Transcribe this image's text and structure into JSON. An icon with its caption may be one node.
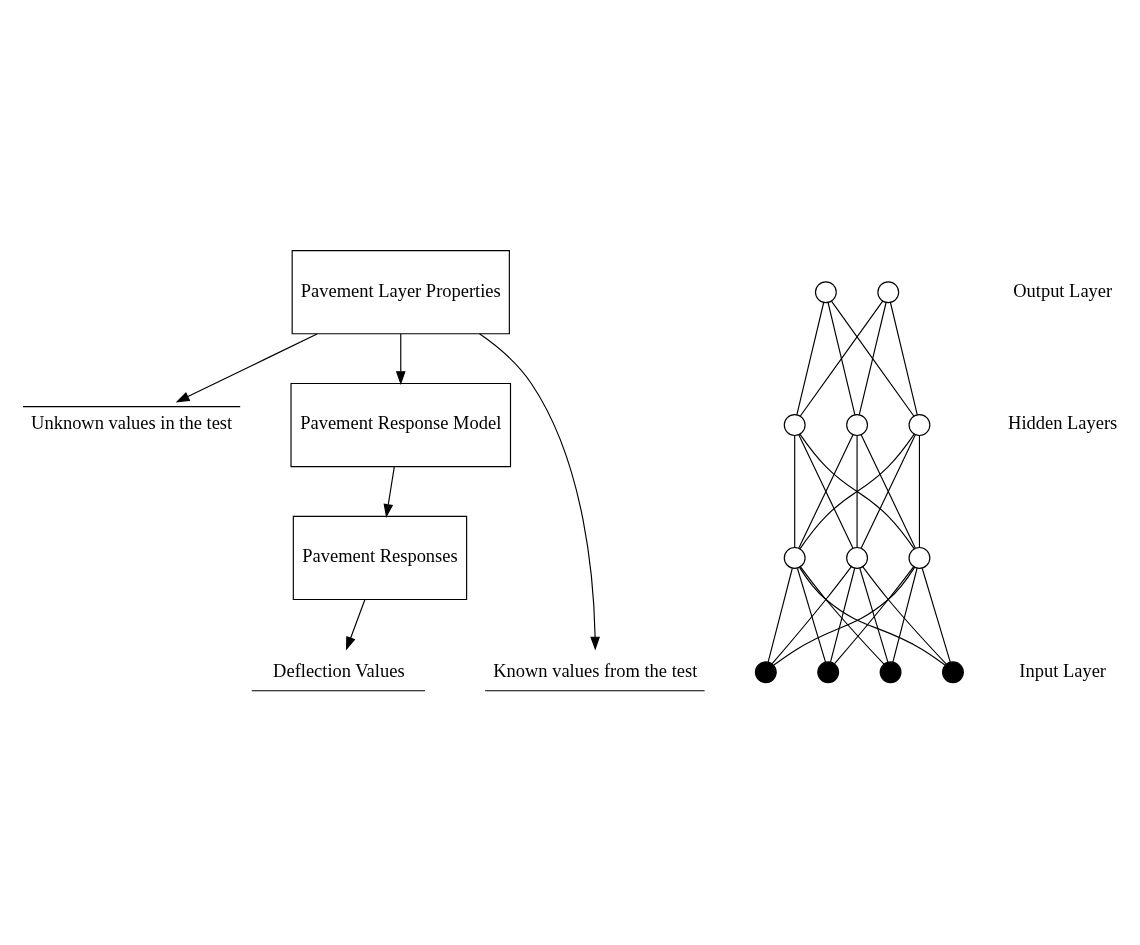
{
  "diagram": {
    "nodes": [
      {
        "text": [
          "Pavement Layer Properties"
        ]
      },
      {
        "text": [
          "Unknown values in the test"
        ]
      },
      {
        "text": [],
        "shape": "circle"
      },
      {
        "text": [],
        "shape": "circle"
      },
      {
        "text": [
          "Pavement Response Model"
        ]
      },
      {
        "text": [],
        "shape": "circle"
      },
      {
        "text": [],
        "shape": "circle"
      },
      {
        "text": [],
        "shape": "circle"
      },
      {
        "text": [],
        "shape": "circle"
      },
      {
        "text": [],
        "shape": "circle"
      },
      {
        "text": [],
        "shape": "circle"
      },
      {
        "text": [],
        "shape": "circle"
      },
      {
        "text": [],
        "shape": "circle"
      },
      {
        "text": [],
        "shape": "circle"
      },
      {
        "text": [],
        "shape": "circle"
      },
      {
        "text": [
          "Known values from the test"
        ]
      },
      {
        "text": [
          "Deflection Values"
        ]
      },
      {
        "text": [
          "Pavement Responses"
        ]
      }
    ],
    "edges": [
      {
        "from": 0,
        "to": 4,
        "arrow": "to"
      },
      {
        "from": 0,
        "to": 1,
        "arrow": "to"
      },
      {
        "from": 0,
        "to": 15,
        "arrow": "to"
      },
      {
        "from": 4,
        "to": 17,
        "arrow": "to"
      },
      {
        "from": 17,
        "to": 16,
        "arrow": "to"
      },
      {
        "from": 2,
        "to": 5,
        "arrow": "none"
      },
      {
        "from": 2,
        "to": 6,
        "arrow": "none"
      },
      {
        "from": 2,
        "to": 7,
        "arrow": "none"
      },
      {
        "from": 3,
        "to": 5,
        "arrow": "none"
      },
      {
        "from": 3,
        "to": 6,
        "arrow": "none"
      },
      {
        "from": 3,
        "to": 7,
        "arrow": "none"
      },
      {
        "from": 5,
        "to": 8,
        "arrow": "none"
      },
      {
        "from": 5,
        "to": 9,
        "arrow": "none"
      },
      {
        "from": 5,
        "to": 10,
        "arrow": "none"
      },
      {
        "from": 6,
        "to": 8,
        "arrow": "none"
      },
      {
        "from": 6,
        "to": 9,
        "arrow": "none"
      },
      {
        "from": 6,
        "to": 10,
        "arrow": "none"
      },
      {
        "from": 7,
        "to": 8,
        "arrow": "none"
      },
      {
        "from": 7,
        "to": 9,
        "arrow": "none"
      },
      {
        "from": 7,
        "to": 10,
        "arrow": "none"
      },
      {
        "from": 8,
        "to": 11,
        "arrow": "none"
      },
      {
        "from": 8,
        "to": 12,
        "arrow": "none"
      },
      {
        "from": 8,
        "to": 13,
        "arrow": "none"
      },
      {
        "from": 8,
        "to": 14,
        "arrow": "none"
      },
      {
        "from": 9,
        "to": 11,
        "arrow": "none"
      },
      {
        "from": 9,
        "to": 12,
        "arrow": "none"
      },
      {
        "from": 9,
        "to": 13,
        "arrow": "none"
      },
      {
        "from": 9,
        "to": 14,
        "arrow": "none"
      },
      {
        "from": 10,
        "to": 11,
        "arrow": "none"
      },
      {
        "from": 10,
        "to": 12,
        "arrow": "none"
      },
      {
        "from": 10,
        "to": 13,
        "arrow": "none"
      },
      {
        "from": 10,
        "to": 14,
        "arrow": "none"
      }
    ],
    "labels": [
      "Output Layer",
      "Hidden Layers",
      "Input Layer"
    ]
  }
}
